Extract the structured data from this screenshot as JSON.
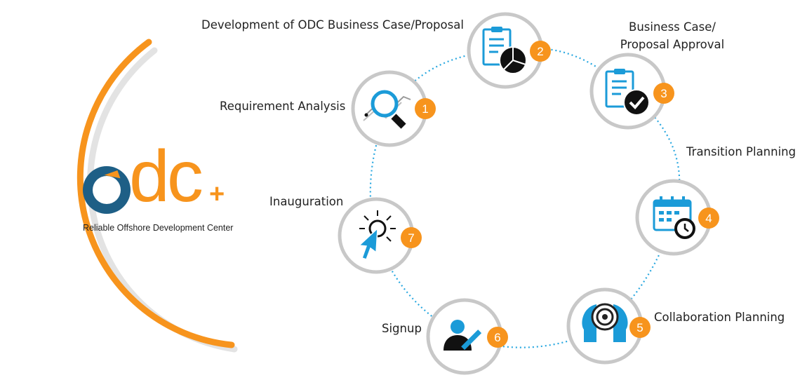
{
  "logo": {
    "wordmark_o": "o",
    "wordmark_dc": "dc",
    "wordmark_plus": "+",
    "tagline": "Reliable Offshore Development Center"
  },
  "colors": {
    "orange": "#f7941d",
    "blue": "#1b9bd8",
    "navy": "#1e5f86",
    "ring": "#c8c8c8",
    "dots": "#29a8e0"
  },
  "steps": [
    {
      "number": "1",
      "label": "Requirement Analysis",
      "icon": "magnifier-chart-icon"
    },
    {
      "number": "2",
      "label": "Development of ODC Business Case/Proposal",
      "icon": "clipboard-pie-chart-icon"
    },
    {
      "number": "3",
      "label_lines": [
        "Business Case/",
        "Proposal Approval"
      ],
      "icon": "clipboard-check-icon"
    },
    {
      "number": "4",
      "label": "Transition Planning",
      "icon": "calendar-clock-icon"
    },
    {
      "number": "5",
      "label": "Collaboration Planning",
      "icon": "heads-gear-icon"
    },
    {
      "number": "6",
      "label": "Signup",
      "icon": "user-pen-icon"
    },
    {
      "number": "7",
      "label": "Inauguration",
      "icon": "cursor-click-icon"
    }
  ]
}
